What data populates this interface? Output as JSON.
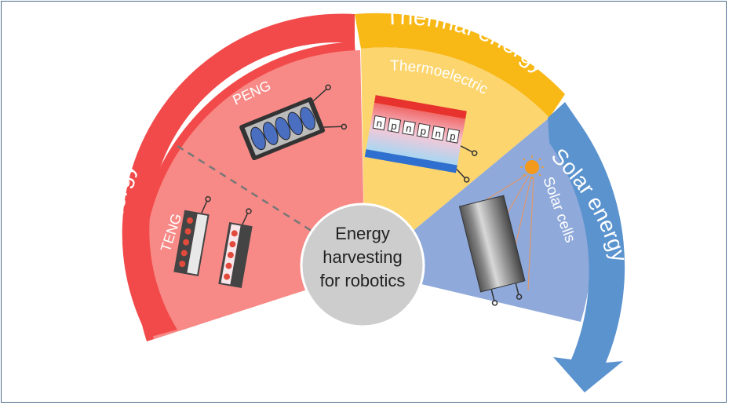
{
  "center": {
    "line1": "Energy",
    "line2": "harvesting",
    "line3": "for robotics"
  },
  "sectors": {
    "kinetic": {
      "title": "Kinetic energy",
      "sub_top": "PENG",
      "sub_bottom": "TENG"
    },
    "thermal": {
      "title": "Thermal energy",
      "sub": "Thermoelectric",
      "legs": [
        "n",
        "p",
        "n",
        "p",
        "n",
        "p"
      ]
    },
    "solar": {
      "title": "Solar energy",
      "sub": "Solar cells"
    }
  },
  "colors": {
    "kinetic_outer": "#f24a4a",
    "kinetic_inner": "#f78a86",
    "thermal_outer": "#f8b816",
    "thermal_inner": "#fcd56e",
    "solar_outer": "#5b93cf",
    "solar_inner": "#8fa9da",
    "center": "#cdcdcd",
    "frame": "#4a6a8c"
  }
}
